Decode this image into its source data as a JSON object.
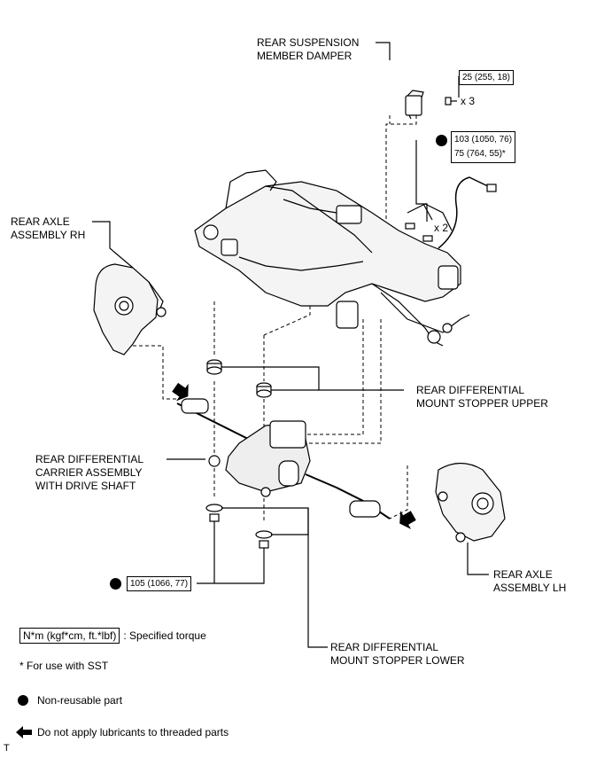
{
  "labels": {
    "suspension_damper": [
      "REAR SUSPENSION",
      "MEMBER DAMPER"
    ],
    "axle_rh": [
      "REAR AXLE",
      "ASSEMBLY RH"
    ],
    "stopper_upper": [
      "REAR DIFFERENTIAL",
      "MOUNT STOPPER UPPER"
    ],
    "carrier": [
      "REAR DIFFERENTIAL",
      "CARRIER ASSEMBLY",
      "WITH DRIVE SHAFT"
    ],
    "axle_lh": [
      "REAR AXLE",
      "ASSEMBLY LH"
    ],
    "stopper_lower": [
      "REAR DIFFERENTIAL",
      "MOUNT STOPPER LOWER"
    ]
  },
  "torques": {
    "damper_bolt": "25 (255, 18)",
    "member_bolt_1": "103 (1050, 76)",
    "member_bolt_2": "75 (764, 55)*",
    "stopper_bolt": "105 (1066, 77)"
  },
  "quantities": {
    "damper_bolts": "x 3",
    "member_bolts": "x 2"
  },
  "legend": {
    "torque_box": "N*m (kgf*cm, ft.*lbf)",
    "torque_text": ": Specified torque",
    "sst_note": "* For use with SST",
    "non_reusable": "Non-reusable part",
    "no_lubricant": "Do not apply lubricants to threaded parts"
  },
  "corner_mark": "T",
  "icons": [
    "non-reusable-dot-icon",
    "arrow-icon"
  ]
}
